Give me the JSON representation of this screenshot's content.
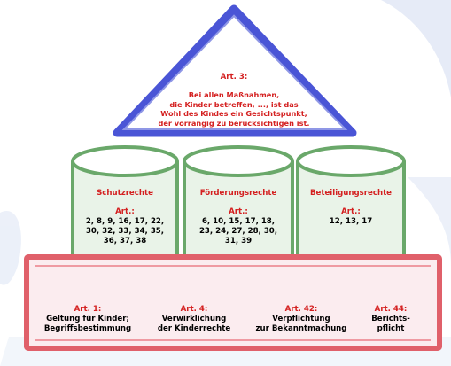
{
  "colors": {
    "roof": "#4a55d6",
    "pillars": "#6aa86a",
    "base": "#e0606a",
    "accent_text": "#d42020",
    "background_wash": "#b7c7e8"
  },
  "roof": {
    "article": "Art. 3:",
    "text": "Bei allen Maßnahmen,\ndie Kinder betreffen, ..., ist das\nWohl des Kindes ein Gesichtspunkt,\nder vorrangig zu berücksichtigen ist."
  },
  "pillars": [
    {
      "title": "Schutzrechte",
      "art_label": "Art.:",
      "articles": "2, 8, 9, 16, 17, 22,\n30, 32, 33, 34, 35,\n36, 37, 38"
    },
    {
      "title": "Förderungsrechte",
      "art_label": "Art.:",
      "articles": "6, 10, 15, 17, 18,\n23, 24, 27, 28, 30,\n31, 39"
    },
    {
      "title": "Beteiligungsrechte",
      "art_label": "Art.:",
      "articles": "12, 13, 17"
    }
  ],
  "base": [
    {
      "article": "Art. 1:",
      "text": "Geltung für Kinder;\nBegriffsbestimmung"
    },
    {
      "article": "Art. 4:",
      "text": "Verwirklichung\nder Kinderrechte"
    },
    {
      "article": "Art. 42:",
      "text": "Verpflichtung\nzur Bekanntmachung"
    },
    {
      "article": "Art. 44:",
      "text": "Berichts-\npflicht"
    }
  ]
}
